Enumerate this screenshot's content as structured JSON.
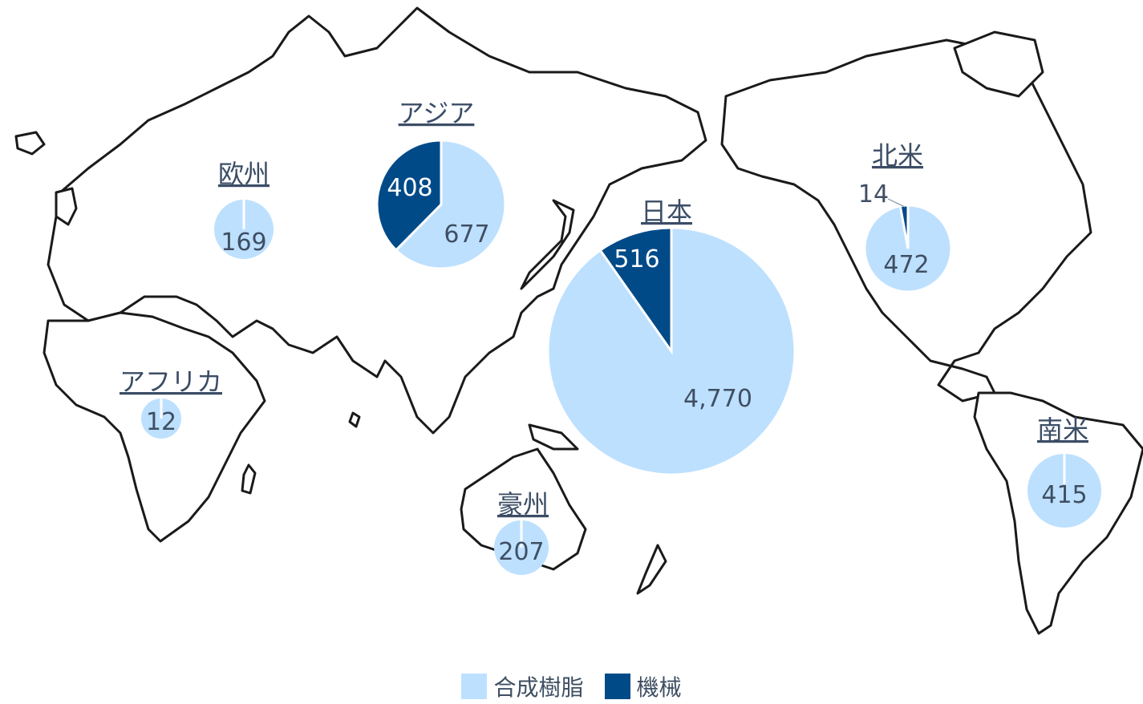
{
  "colors": {
    "resin": "#bde0ff",
    "machinery": "#004a88",
    "land_stroke": "#1a1a1a",
    "land_fill": "#ffffff",
    "label": "#3b4d66"
  },
  "legend": [
    {
      "key": "resin",
      "label": "合成樹脂",
      "color": "#bde0ff"
    },
    {
      "key": "machinery",
      "label": "機械",
      "color": "#004a88"
    }
  ],
  "regions": [
    {
      "id": "europe",
      "name": "欧州",
      "resin": 169,
      "machinery": 0,
      "resin_label": "169",
      "machinery_label": ""
    },
    {
      "id": "asia",
      "name": "アジア",
      "resin": 677,
      "machinery": 408,
      "resin_label": "677",
      "machinery_label": "408"
    },
    {
      "id": "japan",
      "name": "日本",
      "resin": 4770,
      "machinery": 516,
      "resin_label": "4,770",
      "machinery_label": "516"
    },
    {
      "id": "north-america",
      "name": "北米",
      "resin": 472,
      "machinery": 14,
      "resin_label": "472",
      "machinery_label": "14"
    },
    {
      "id": "africa",
      "name": "アフリカ",
      "resin": 12,
      "machinery": 0,
      "resin_label": "12",
      "machinery_label": ""
    },
    {
      "id": "oceania",
      "name": "豪州",
      "resin": 207,
      "machinery": 0,
      "resin_label": "207",
      "machinery_label": ""
    },
    {
      "id": "south-america",
      "name": "南米",
      "resin": 415,
      "machinery": 0,
      "resin_label": "415",
      "machinery_label": ""
    }
  ]
}
